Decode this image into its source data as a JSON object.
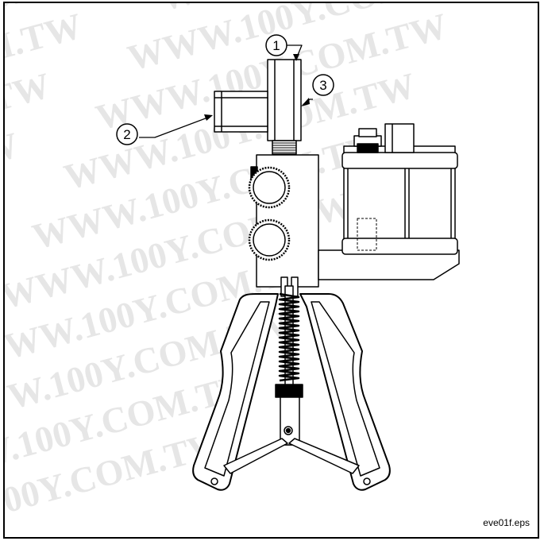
{
  "callouts": [
    {
      "label": "1"
    },
    {
      "label": "2"
    },
    {
      "label": "3"
    }
  ],
  "watermark": {
    "text": "WWW.100Y.COM.TW",
    "color": "#e6e6e6"
  },
  "footer": {
    "filename": "eve01f.eps"
  },
  "colors": {
    "line": "#000000",
    "background": "#ffffff"
  }
}
